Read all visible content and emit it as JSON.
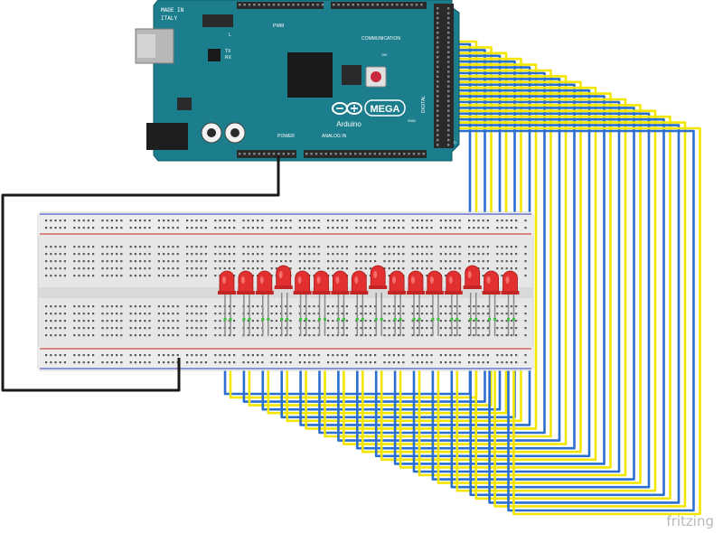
{
  "board": {
    "brand_line1": "MADE IN",
    "brand_line2": "ITALY",
    "model": "MEGA",
    "maker": "Arduino",
    "revision": "2560",
    "label_pwm": "PWM",
    "label_communication": "COMMUNICATION",
    "label_digital": "DIGITAL",
    "label_power": "POWER",
    "label_analog_in": "ANALOG IN",
    "label_on": "ON",
    "label_l": "L",
    "label_tx": "TX",
    "label_rx": "RX",
    "label_gnd": "GND",
    "colors": {
      "board": "#1c7e8c",
      "board_dark": "#0f5866",
      "header": "#2a2a2a",
      "text": "#ffffff"
    }
  },
  "breadboard": {
    "colors": {
      "body": "#e8e8e8",
      "hole": "#4a4a4a",
      "rail_red": "#d04040",
      "rail_blue": "#4050c0",
      "green_hole": "#3ec03e"
    }
  },
  "circuit": {
    "led_count": 16,
    "led_color": "#e23030",
    "wire_signal": "#f2e600",
    "wire_ground": "#2a6fd0",
    "wire_power": "#1a1a1a"
  },
  "footer": {
    "watermark": "fritzing"
  }
}
